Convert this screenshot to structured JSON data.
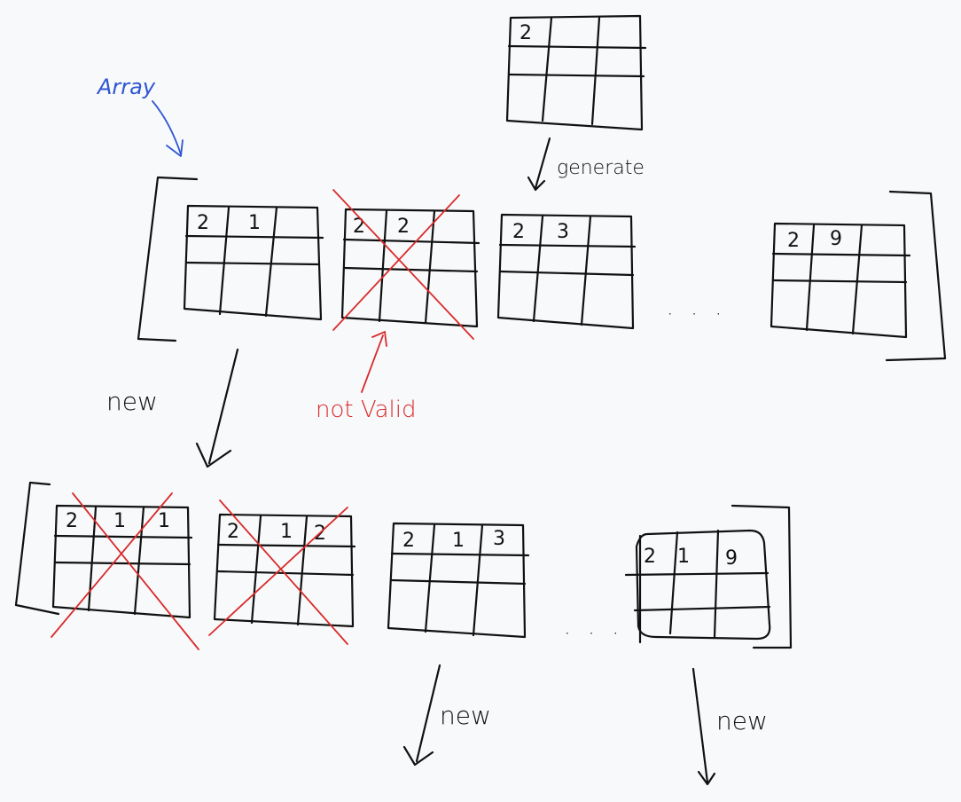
{
  "labels": {
    "array": "Array",
    "generate": "generate",
    "new": "new",
    "not_valid": "not Valid",
    "ellipsis": "· · ·"
  },
  "grids": {
    "top": {
      "cells": [
        "2",
        "",
        ""
      ]
    },
    "row1": [
      {
        "cells": [
          "2",
          "1",
          ""
        ],
        "valid": true
      },
      {
        "cells": [
          "2",
          "2",
          ""
        ],
        "valid": false
      },
      {
        "cells": [
          "2",
          "3",
          ""
        ],
        "valid": true
      },
      {
        "cells": [
          "2",
          "9",
          ""
        ],
        "valid": true
      }
    ],
    "row2": [
      {
        "cells": [
          "2",
          "1",
          "1"
        ],
        "valid": false
      },
      {
        "cells": [
          "2",
          "1",
          "2"
        ],
        "valid": false
      },
      {
        "cells": [
          "2",
          "1",
          "3"
        ],
        "valid": true
      },
      {
        "cells": [
          "2",
          "1",
          "9"
        ],
        "valid": true
      }
    ]
  },
  "colors": {
    "ink": "#111111",
    "invalid_cross": "#d92b2b",
    "annotation_blue": "#2f55d4",
    "background": "#f8f9fb"
  }
}
